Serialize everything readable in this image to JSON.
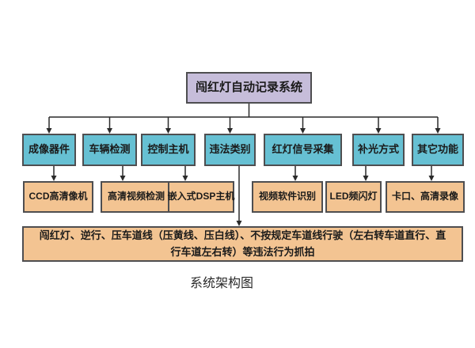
{
  "diagram": {
    "root": "闯红灯自动记录系统",
    "level2": [
      "成像器件",
      "车辆检测",
      "控制主机",
      "违法类别",
      "红灯信号采集",
      "补光方式",
      "其它功能"
    ],
    "level3": [
      "CCD高清像机",
      "高清视频检测",
      "嵌入式DSP主机",
      "视频软件识别",
      "LED频闪灯",
      "卡口、高清录像"
    ],
    "bottom": "闯红灯、逆行、压车道线（压黄线、压白线）、不按规定车道线行驶（左右转车道直行、直行车道左右转）等违法行为抓拍",
    "caption": "系统架构图"
  },
  "colors": {
    "root_fill": "#c6bdda",
    "level2_fill": "#66c0d3",
    "level3_fill": "#f3c492",
    "box_border": "#4e4e50",
    "connector": "#2a2a2a",
    "background": "#ffffff"
  }
}
